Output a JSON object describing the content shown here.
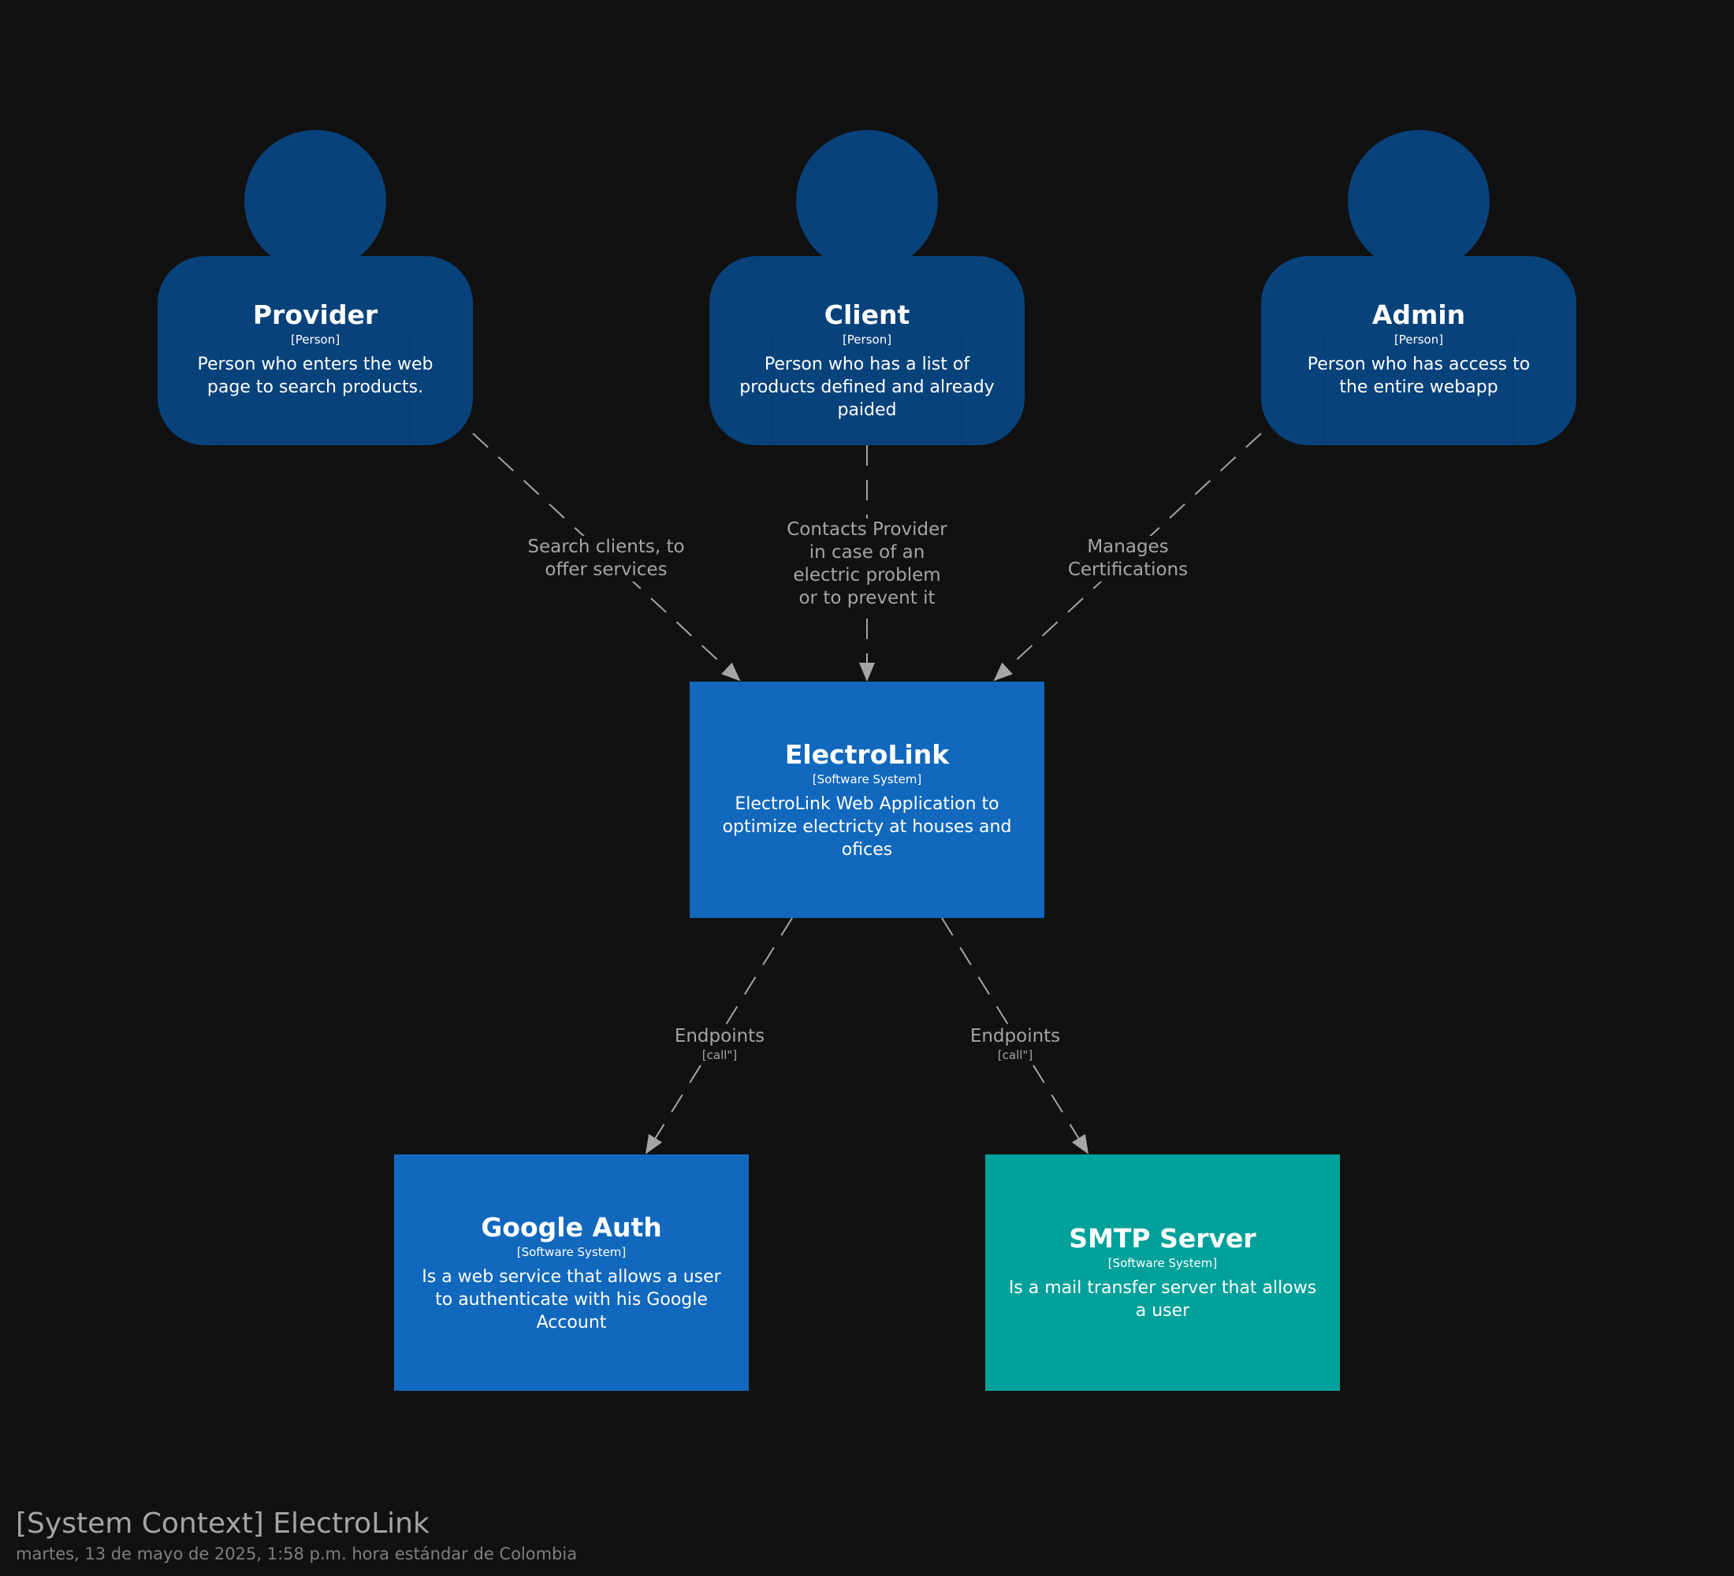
{
  "people": [
    {
      "key": "provider",
      "name": "Provider",
      "type": "[Person]",
      "description": "Person who enters the web page to search products."
    },
    {
      "key": "client",
      "name": "Client",
      "type": "[Person]",
      "description": "Person who has a list of products defined and already paided"
    },
    {
      "key": "admin",
      "name": "Admin",
      "type": "[Person]",
      "description": "Person who has access to the entire webapp"
    }
  ],
  "systems": [
    {
      "key": "electrolink",
      "name": "ElectroLink",
      "type": "[Software System]",
      "description": "ElectroLink Web Application to optimize electricty at houses and ofices",
      "color": "#1168bd"
    },
    {
      "key": "google_auth",
      "name": "Google Auth",
      "type": "[Software System]",
      "description": "Is a web service that allows a user to authenticate with his Google Account",
      "color": "#1168bd"
    },
    {
      "key": "smtp",
      "name": "SMTP Server",
      "type": "[Software System]",
      "description": "Is a mail transfer server that allows a user",
      "color": "#00a19a"
    }
  ],
  "relationships": [
    {
      "from": "Provider",
      "to": "ElectroLink",
      "label": "Search clients, to offer services",
      "technology": ""
    },
    {
      "from": "Client",
      "to": "ElectroLink",
      "label": "Contacts Provider in case of an electric problem or to prevent it",
      "technology": ""
    },
    {
      "from": "Admin",
      "to": "ElectroLink",
      "label": "Manages Certifications",
      "technology": ""
    },
    {
      "from": "ElectroLink",
      "to": "Google Auth",
      "label": "Endpoints",
      "technology": "[call\"]"
    },
    {
      "from": "ElectroLink",
      "to": "SMTP Server",
      "label": "Endpoints",
      "technology": "[call\"]"
    }
  ],
  "colors": {
    "background": "#111111",
    "person": "#08427b",
    "system": "#1168bd",
    "external_system": "#00a19a",
    "relationship": "#a5a5a5"
  },
  "footer": {
    "title": "[System Context] ElectroLink",
    "timestamp": "martes, 13 de mayo de 2025, 1:58 p.m. hora estándar de Colombia"
  }
}
